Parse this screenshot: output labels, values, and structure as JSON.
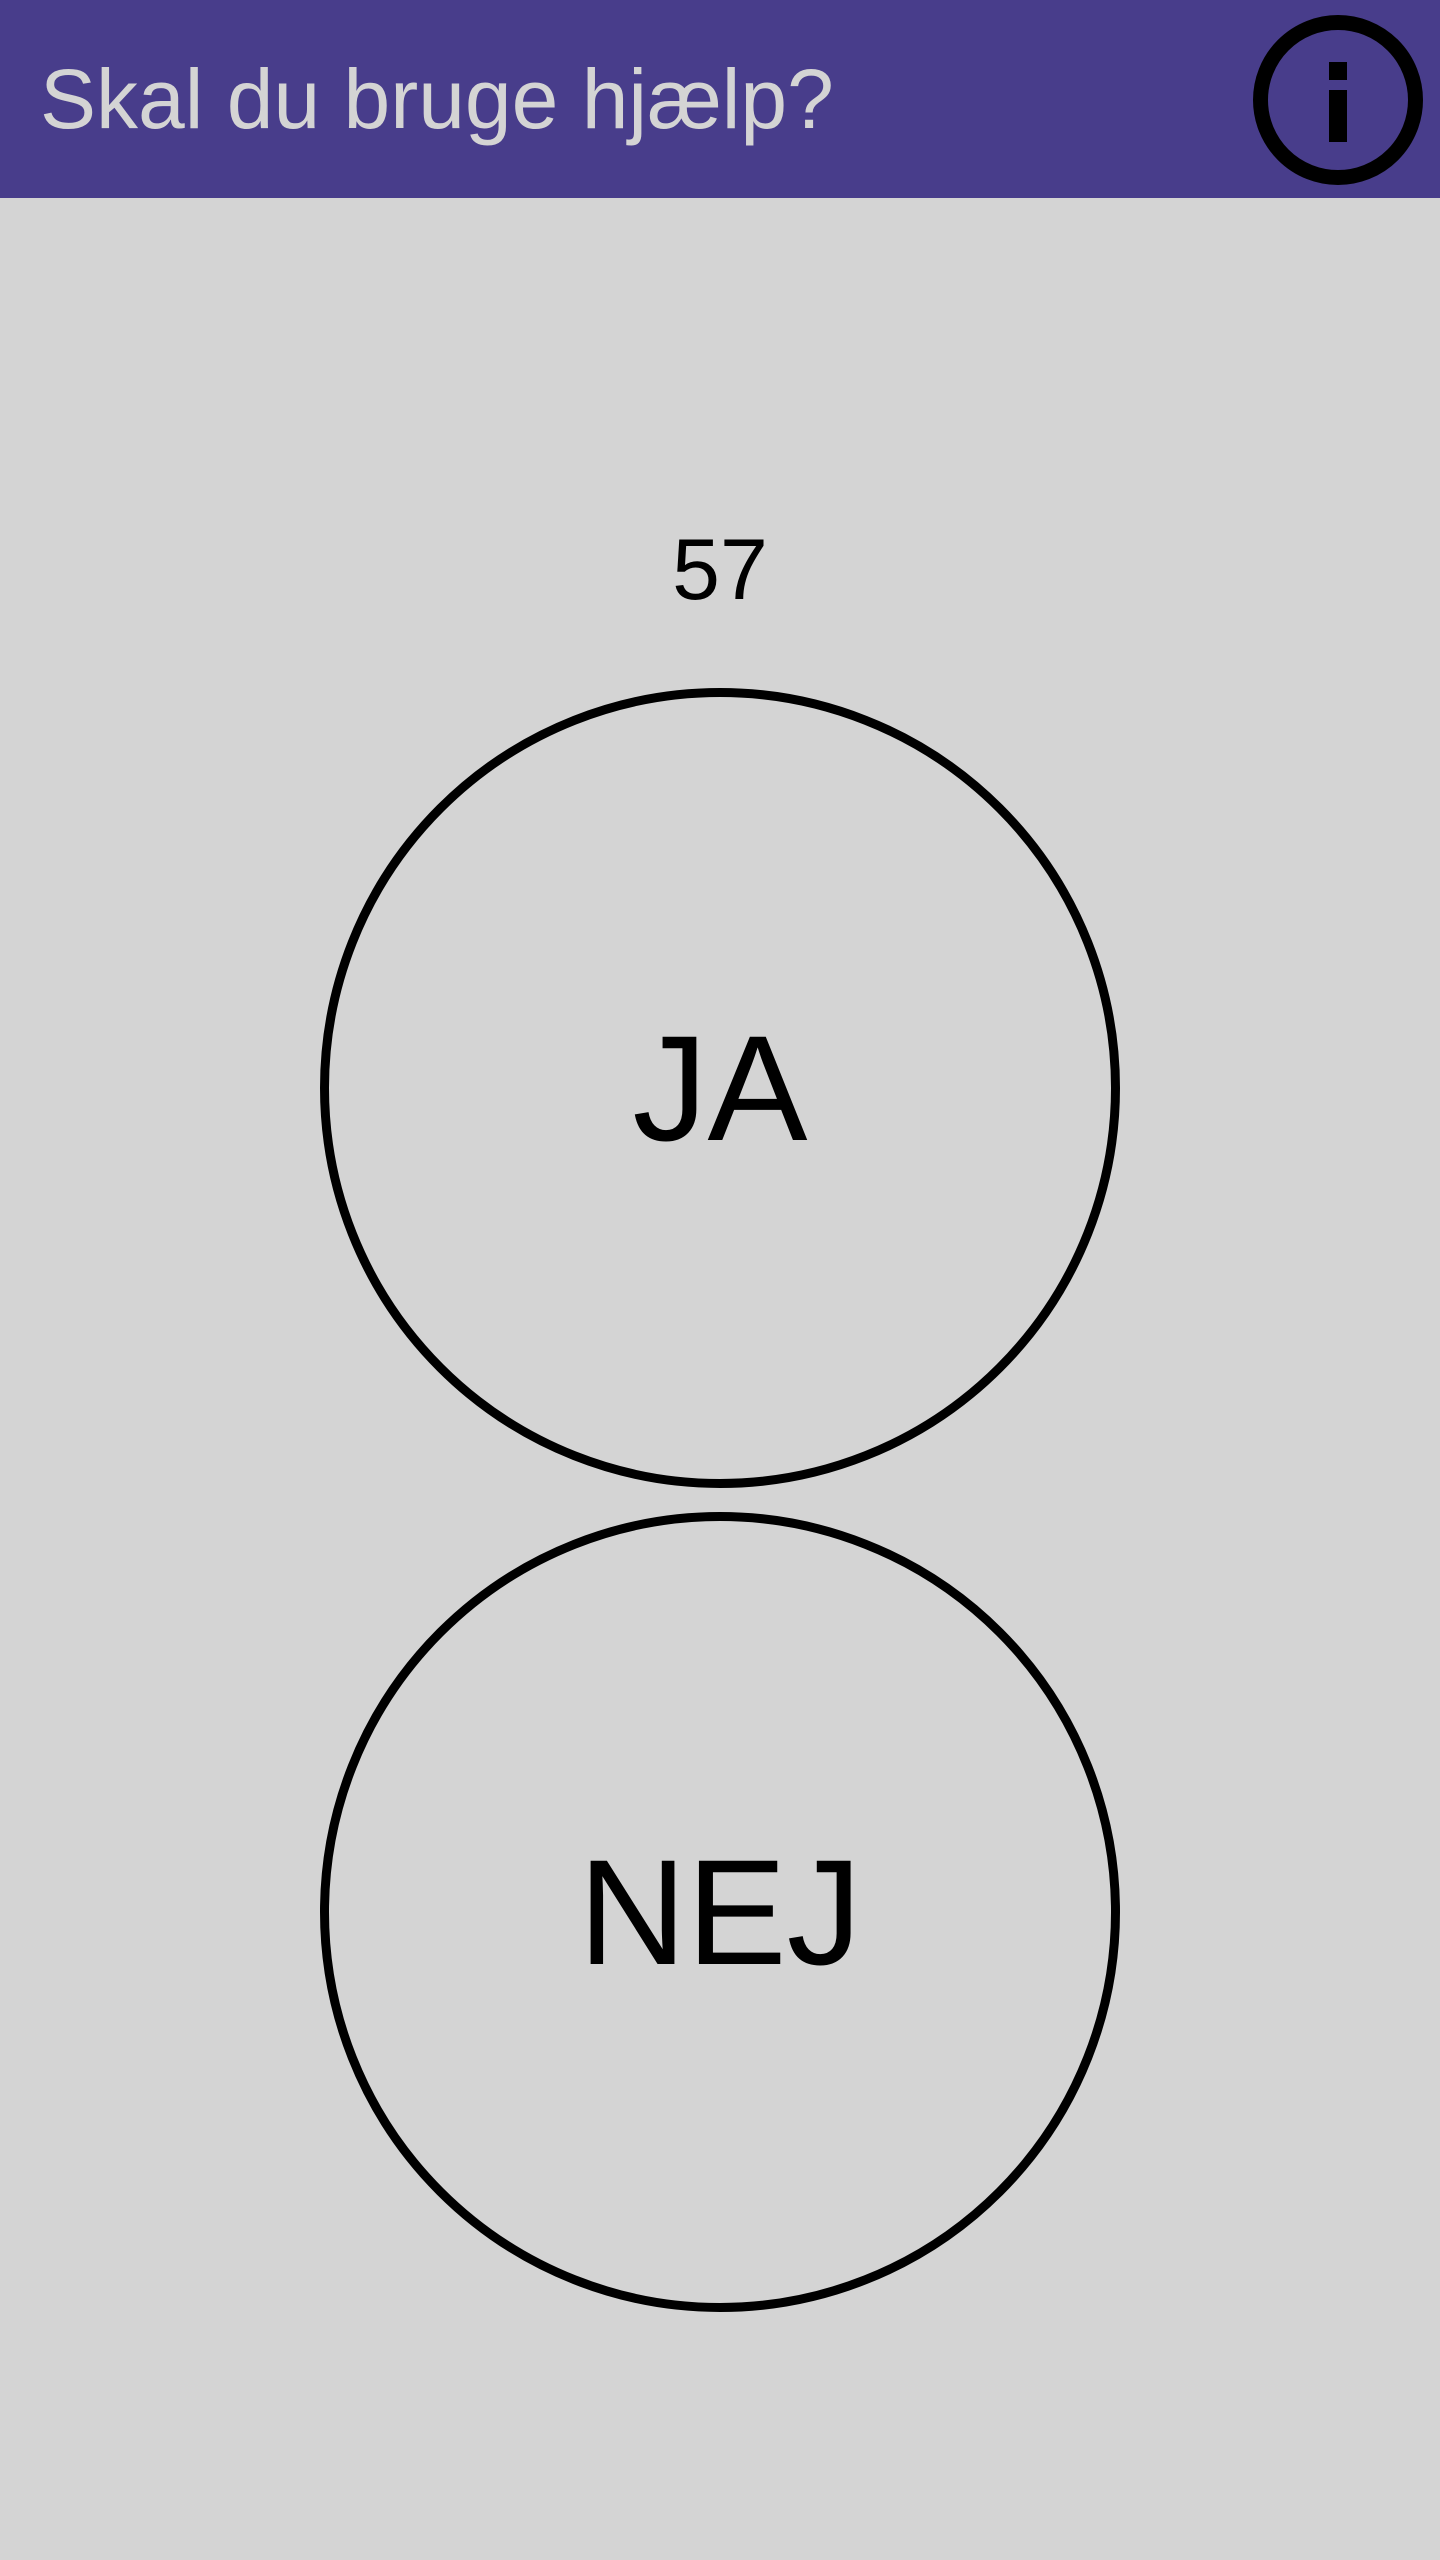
{
  "header": {
    "title": "Skal du bruge hjælp?",
    "info_icon": "info-icon",
    "background_color": "#483d8b",
    "title_color": "#d4d4d4"
  },
  "main": {
    "counter": "57",
    "yes_label": "JA",
    "no_label": "NEJ",
    "background_color": "#d4d4d4"
  }
}
